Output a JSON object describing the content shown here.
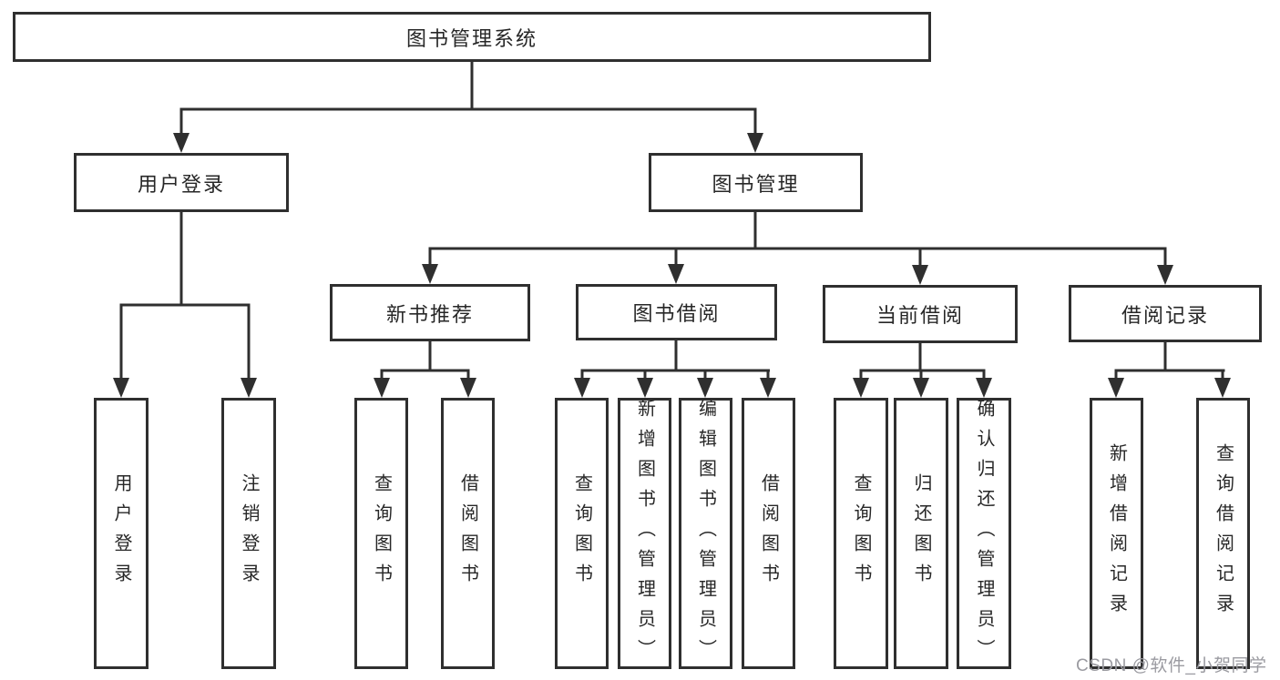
{
  "diagram": {
    "root": {
      "label": "图书管理系统"
    },
    "level2": [
      {
        "label": "用户登录"
      },
      {
        "label": "图书管理"
      }
    ],
    "level3": [
      {
        "label": "新书推荐"
      },
      {
        "label": "图书借阅"
      },
      {
        "label": "当前借阅"
      },
      {
        "label": "借阅记录"
      }
    ],
    "leaves": {
      "user_login": [
        {
          "label": "用户登录"
        },
        {
          "label": "注销登录"
        }
      ],
      "new_books": [
        {
          "label": "查询图书"
        },
        {
          "label": "借阅图书"
        }
      ],
      "book_borrow": [
        {
          "label": "查询图书"
        },
        {
          "label": "新增图书（管理员）"
        },
        {
          "label": "编辑图书（管理员）"
        },
        {
          "label": "借阅图书"
        }
      ],
      "current_borrow": [
        {
          "label": "查询图书"
        },
        {
          "label": "归还图书"
        },
        {
          "label": "确认归还（管理员）"
        }
      ],
      "borrow_records": [
        {
          "label": "新增借阅记录"
        },
        {
          "label": "查询借阅记录"
        }
      ]
    }
  },
  "watermark": {
    "text": "CSDN @软件_小贺同学"
  },
  "colors": {
    "line": "#2f2f2f",
    "box_border": "#2f2f2f",
    "text": "#272727",
    "background": "#ffffff",
    "watermark": "#9b9ba1"
  }
}
